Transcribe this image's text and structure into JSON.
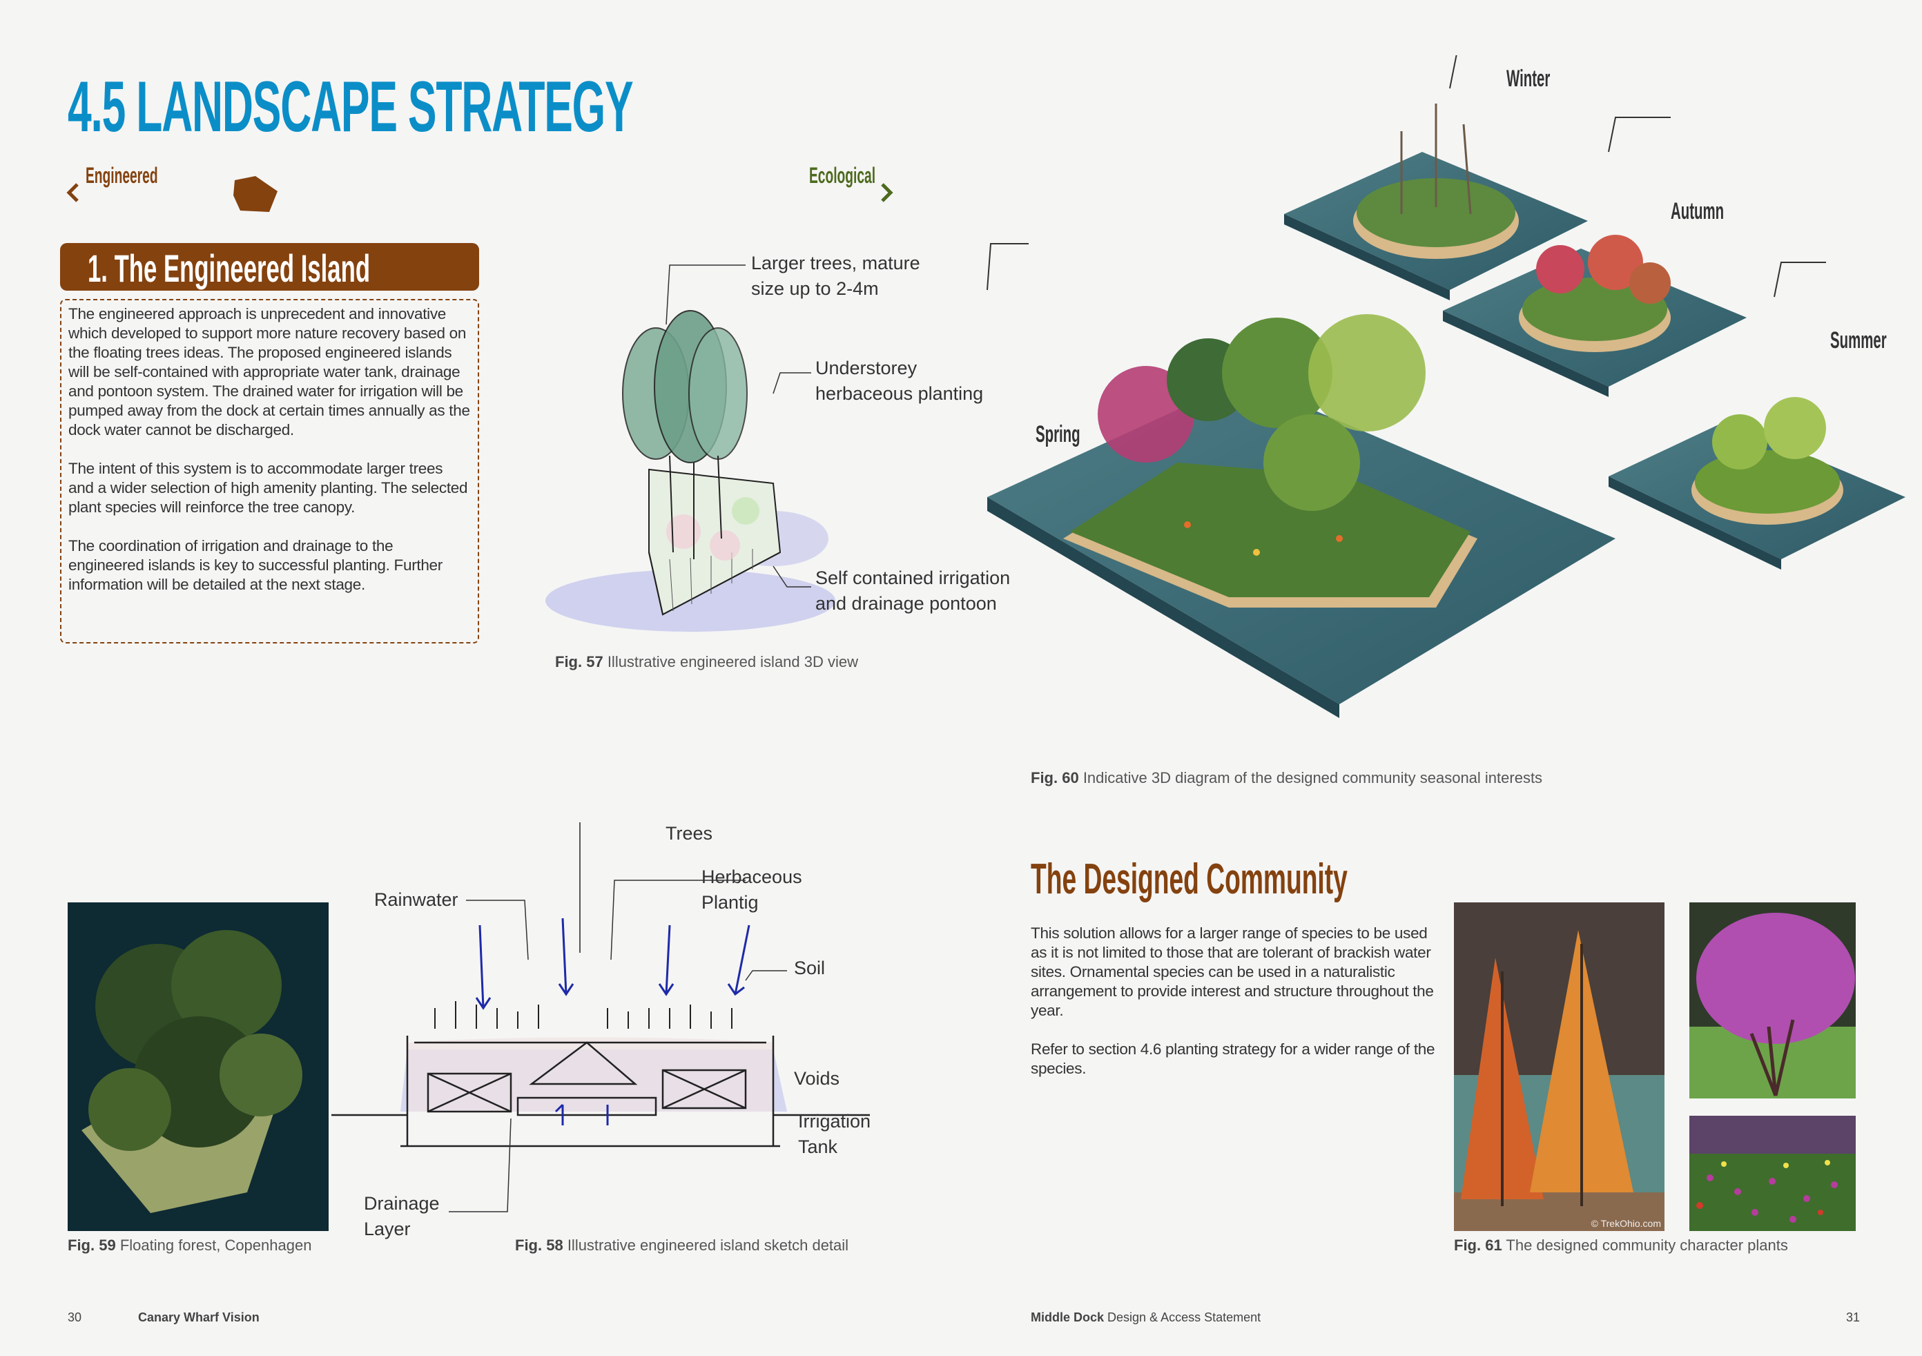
{
  "header": {
    "title": "4.5 LANDSCAPE STRATEGY"
  },
  "scale": {
    "left_label": "Engineered",
    "right_label": "Ecological",
    "position_percent": 23,
    "colors": {
      "engineered": "#84420f",
      "ecological": "#4d6a1e"
    }
  },
  "section": {
    "title": "1. The Engineered Island",
    "paragraphs": [
      "The engineered approach is unprecedent and innovative which developed to support more nature recovery based on the floating trees ideas. The proposed engineered islands will be self-contained with appropriate water tank, drainage and pontoon system. The drained water for irrigation will be pumped away from the dock at certain times annually as the dock water cannot be discharged.",
      "The intent of this system is to accommodate larger trees and a wider selection of high amenity planting. The selected plant species will reinforce the tree canopy.",
      "The coordination of irrigation and drainage to the engineered islands is key to successful planting. Further information will be detailed at the next stage."
    ]
  },
  "fig57": {
    "labels": {
      "trees_1": "Larger trees, mature",
      "trees_2": "size up to 2-4m",
      "under_1": "Understorey",
      "under_2": "herbaceous planting",
      "pontoon_1": "Self contained irrigation",
      "pontoon_2": "and drainage pontoon"
    },
    "num": "Fig. 57",
    "caption": "Illustrative engineered island 3D view"
  },
  "fig60": {
    "seasons": {
      "winter": "Winter",
      "autumn": "Autumn",
      "summer": "Summer",
      "spring": "Spring"
    },
    "num": "Fig. 60",
    "caption": "Indicative 3D diagram of the designed community seasonal interests"
  },
  "fig59": {
    "num": "Fig. 59",
    "caption": "Floating forest, Copenhagen"
  },
  "fig58": {
    "labels": {
      "trees": "Trees",
      "herb_1": "Herbaceous",
      "herb_2": "Plantig",
      "rain": "Rainwater",
      "soil": "Soil",
      "voids": "Voids",
      "irr_1": "Irrigation",
      "irr_2": "Tank",
      "drain_1": "Drainage",
      "drain_2": "Layer"
    },
    "num": "Fig. 58",
    "caption": "Illustrative engineered island sketch detail"
  },
  "community": {
    "title": "The Designed Community",
    "paragraphs": [
      "This solution allows for a larger range of species to be used as it is not limited to those that are tolerant of brackish water sites. Ornamental species can be used in a naturalistic arrangement to provide interest and structure throughout the year.",
      "Refer to section 4.6 planting strategy for a wider range of the species."
    ]
  },
  "fig61": {
    "num": "Fig. 61",
    "caption": "The designed community character plants",
    "watermark": "© TrekOhio.com"
  },
  "footer": {
    "left_page": "30",
    "left_title": "Canary Wharf Vision",
    "right_title_bold": "Middle Dock",
    "right_title": "Design & Access Statement",
    "right_page": "31"
  }
}
